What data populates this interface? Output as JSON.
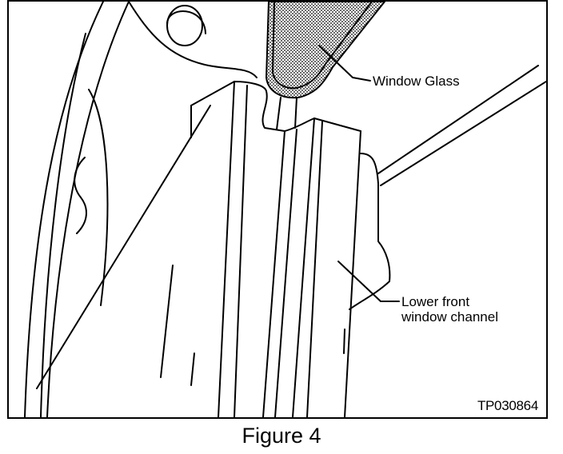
{
  "figure": {
    "labels": {
      "window_glass": "Window Glass",
      "channel_line1": "Lower front",
      "channel_line2": "window channel"
    },
    "figure_id": "TP030864",
    "caption": "Figure 4"
  }
}
